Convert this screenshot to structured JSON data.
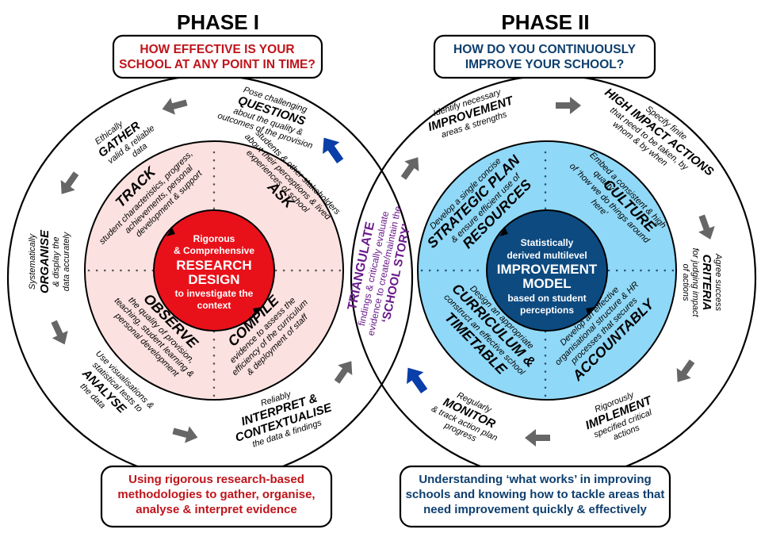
{
  "colors": {
    "phase1_accent": "#c0141b",
    "phase2_accent": "#0e3f6e",
    "phase1_inner_fill": "#fbe1df",
    "phase1_core_fill": "#e8111a",
    "phase2_inner_fill": "#8fd8f7",
    "phase2_core_fill": "#0d4a80",
    "arrow_grey": "#666666",
    "arrow_blue": "#0a3ea8",
    "triangulate_purple": "#6a1b8a"
  },
  "phase1": {
    "title": "PHASE I",
    "question": [
      "HOW EFFECTIVE IS YOUR",
      "SCHOOL AT ANY POINT IN TIME?"
    ],
    "summary": [
      "Using rigorous research-based",
      "methodologies to gather, organise,",
      "analyse & interpret evidence"
    ],
    "core": {
      "line1": "Rigorous",
      "line2": "& Comprehensive",
      "line3": "RESEARCH",
      "line4": "DESIGN",
      "line5": "to investigate the",
      "line6": "context"
    },
    "inner_quadrants": {
      "track": {
        "title": "TRACK",
        "lines": [
          "student characteristics, progress,",
          "achievements, personal",
          "development & support"
        ]
      },
      "ask": {
        "title": "ASK",
        "lines": [
          "students & other stakeholders",
          "about their perceptions & lived",
          "experiences of school"
        ]
      },
      "observe": {
        "title": "OBSERVE",
        "lines": [
          "the quality of provision,",
          "teaching, student learning &",
          "personal development"
        ]
      },
      "compile": {
        "title": "COMPILE",
        "lines": [
          "evidence to assess the",
          "efficiency of the curriculum",
          "& deployment of staff"
        ]
      }
    },
    "outer_steps": {
      "questions": {
        "pre": "Pose challenging",
        "title": "QUESTIONS",
        "post": [
          "about the quality &",
          "outcomes of the provision"
        ]
      },
      "gather": {
        "pre": "Ethically",
        "title": "GATHER",
        "post": [
          "valid & reliable",
          "data"
        ]
      },
      "organise": {
        "pre": "Systematically",
        "title": "ORGANISE",
        "post": [
          "& display the",
          "data accurately"
        ]
      },
      "analyse": {
        "pre": [
          "Use visualisations &",
          "statistical tests to"
        ],
        "title": "ANALYSE",
        "post": "the data"
      },
      "interpret": {
        "pre": "Reliably",
        "title": [
          "INTERPRET &",
          "CONTEXTUALISE"
        ],
        "post": "the data & findings"
      }
    }
  },
  "triangulate": {
    "title": "TRIANGULATE",
    "lines": [
      "findings & critically evaluate",
      "evidence to create/maintain the"
    ],
    "story": "‘SCHOOL STORY’"
  },
  "phase2": {
    "title": "PHASE II",
    "question": [
      "HOW DO YOU CONTINUOUSLY",
      "IMPROVE YOUR SCHOOL?"
    ],
    "summary": [
      "Understanding ‘what works’ in improving",
      "schools and knowing how to tackle areas that",
      "need improvement quickly & effectively"
    ],
    "core": {
      "line1": "Statistically",
      "line2": "derived multilevel",
      "line3": "IMPROVEMENT",
      "line4": "MODEL",
      "line5": "based on student",
      "line6": "perceptions"
    },
    "inner_quadrants": {
      "resources": {
        "pre": "Develop a single concise",
        "title1": "STRATEGIC PLAN",
        "mid": "& ensure efficient use of",
        "title2": "RESOURCES"
      },
      "culture": {
        "lines": [
          "Embed a consistent & high",
          "quality"
        ],
        "title": "CULTURE",
        "post": [
          "of ‘how we do things around",
          "here’"
        ]
      },
      "curriculum": {
        "pre": "Design an appropriate",
        "title1": "CURRICULUM &",
        "mid": "construct an effective school",
        "title2": "TIMETABLE"
      },
      "accountably": {
        "lines": [
          "Develop an effective",
          "organisational structure & HR",
          "processes that secures"
        ],
        "title": "ACCOUNTABLY"
      }
    },
    "outer_steps": {
      "improvement": {
        "pre": "Identify necessary",
        "title": "IMPROVEMENT",
        "post": "areas & strengths"
      },
      "actions": {
        "pre": "Specify finite",
        "title": "HIGH IMPACT ACTIONS",
        "post": [
          "that need to be taken, by",
          "whom & by when"
        ]
      },
      "criteria": {
        "pre": "Agree success",
        "title": "CRITERIA",
        "post": [
          "for judging impact",
          "of actions"
        ]
      },
      "implement": {
        "pre": "Rigorously",
        "title": "IMPLEMENT",
        "post": [
          "specified critical",
          "actions"
        ]
      },
      "monitor": {
        "pre": "Regularly",
        "title": "MONITOR",
        "post": [
          "& track action plan",
          "progress"
        ]
      }
    }
  }
}
